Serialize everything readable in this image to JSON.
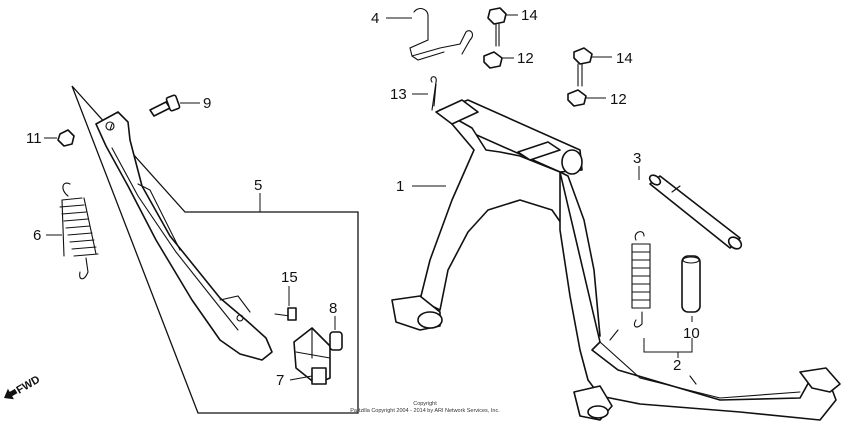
{
  "diagram": {
    "labels": [
      {
        "id": "1",
        "text": "1"
      },
      {
        "id": "2",
        "text": "2"
      },
      {
        "id": "3",
        "text": "3"
      },
      {
        "id": "4",
        "text": "4"
      },
      {
        "id": "5",
        "text": "5"
      },
      {
        "id": "6",
        "text": "6"
      },
      {
        "id": "7",
        "text": "7"
      },
      {
        "id": "8",
        "text": "8"
      },
      {
        "id": "9",
        "text": "9"
      },
      {
        "id": "10",
        "text": "10"
      },
      {
        "id": "11",
        "text": "11"
      },
      {
        "id": "12a",
        "text": "12"
      },
      {
        "id": "12b",
        "text": "12"
      },
      {
        "id": "13",
        "text": "13"
      },
      {
        "id": "14a",
        "text": "14"
      },
      {
        "id": "14b",
        "text": "14"
      },
      {
        "id": "15",
        "text": "15"
      }
    ],
    "direction_label": "FWD",
    "copyright": {
      "line1": "Copyright",
      "line2": "Partzilla Copyright 2004 - 2014 by ARI Network Services, Inc."
    }
  }
}
